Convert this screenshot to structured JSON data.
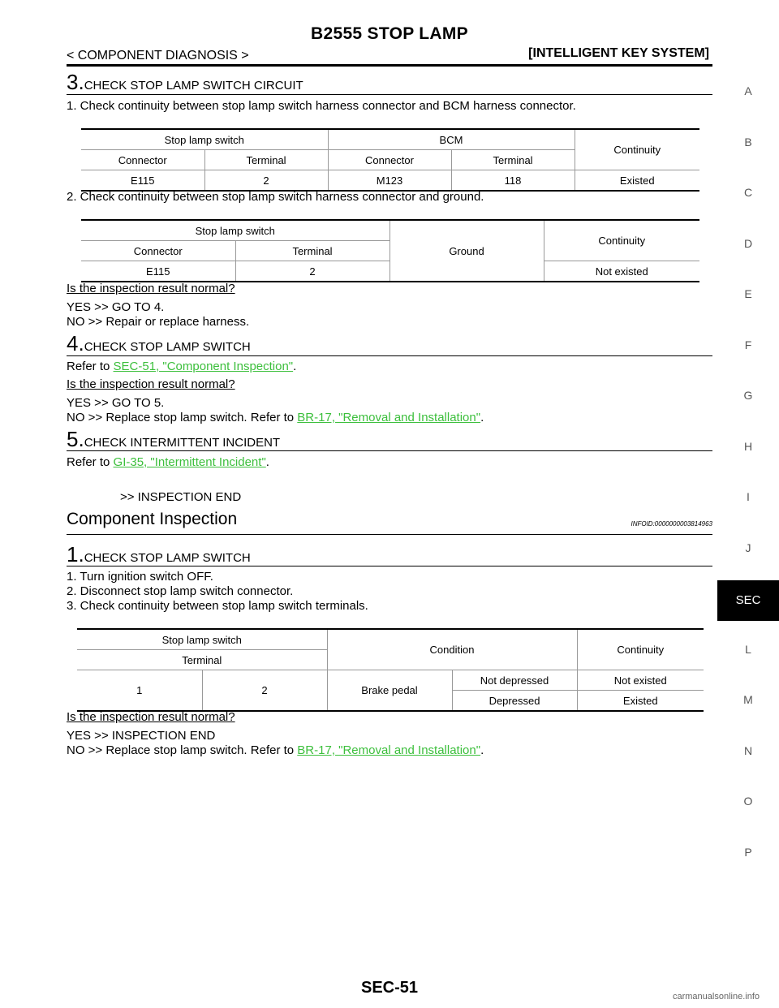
{
  "header": {
    "title": "B2555 STOP LAMP",
    "left": "< COMPONENT DIAGNOSIS >",
    "right": "[INTELLIGENT KEY SYSTEM]"
  },
  "step3": {
    "num": "3.",
    "title": "CHECK STOP LAMP SWITCH CIRCUIT",
    "line1": "1. Check continuity between stop lamp switch harness connector and BCM harness connector.",
    "table1": {
      "h_stop": "Stop lamp switch",
      "h_bcm": "BCM",
      "h_continuity": "Continuity",
      "h_connector": "Connector",
      "h_terminal": "Terminal",
      "row": [
        "E115",
        "2",
        "M123",
        "118",
        "Existed"
      ]
    },
    "line2": "2. Check continuity between stop lamp switch harness connector and ground.",
    "table2": {
      "h_stop": "Stop lamp switch",
      "h_ground": "Ground",
      "h_continuity": "Continuity",
      "h_connector": "Connector",
      "h_terminal": "Terminal",
      "row": [
        "E115",
        "2",
        "Not existed"
      ]
    },
    "question": "Is the inspection result normal?",
    "yes": "YES >> GO TO 4.",
    "no": "NO >> Repair or replace harness."
  },
  "step4": {
    "num": "4.",
    "title": "CHECK STOP LAMP SWITCH",
    "refer_prefix": "Refer to ",
    "refer_link": "SEC-51, \"Component Inspection\"",
    "refer_suffix": ".",
    "question": "Is the inspection result normal?",
    "yes": "YES >> GO TO 5.",
    "no_prefix": "NO >> Replace stop lamp switch. Refer to ",
    "no_link": "BR-17, \"Removal and Installation\"",
    "no_suffix": "."
  },
  "step5": {
    "num": "5.",
    "title": "CHECK INTERMITTENT INCIDENT",
    "refer_prefix": "Refer to ",
    "refer_link": "GI-35, \"Intermittent Incident\"",
    "refer_suffix": ".",
    "end": ">> INSPECTION END"
  },
  "component": {
    "title": "Component Inspection",
    "infoid": "INFOID:0000000003814963",
    "num": "1.",
    "step_title": "CHECK STOP LAMP SWITCH",
    "lines": [
      "1. Turn ignition switch OFF.",
      "2. Disconnect stop lamp switch connector.",
      "3. Check continuity between stop lamp switch terminals."
    ],
    "table": {
      "h_stop": "Stop lamp switch",
      "h_terminal": "Terminal",
      "h_condition": "Condition",
      "h_continuity": "Continuity",
      "t1": "1",
      "t2": "2",
      "brake": "Brake pedal",
      "cond1": "Not depressed",
      "cont1": "Not existed",
      "cond2": "Depressed",
      "cont2": "Existed"
    },
    "question": "Is the inspection result normal?",
    "yes": "YES >> INSPECTION END",
    "no_prefix": "NO >> Replace stop lamp switch. Refer to ",
    "no_link": "BR-17, \"Removal and Installation\"",
    "no_suffix": "."
  },
  "side_index": [
    "A",
    "B",
    "C",
    "D",
    "E",
    "F",
    "G",
    "H",
    "I",
    "J",
    "SEC",
    "L",
    "M",
    "N",
    "O",
    "P"
  ],
  "side_active": "SEC",
  "footer": "SEC-51",
  "watermark": "carmanualsonline.info",
  "colors": {
    "link": "#3cbf3c",
    "tab_bg": "#000000"
  }
}
